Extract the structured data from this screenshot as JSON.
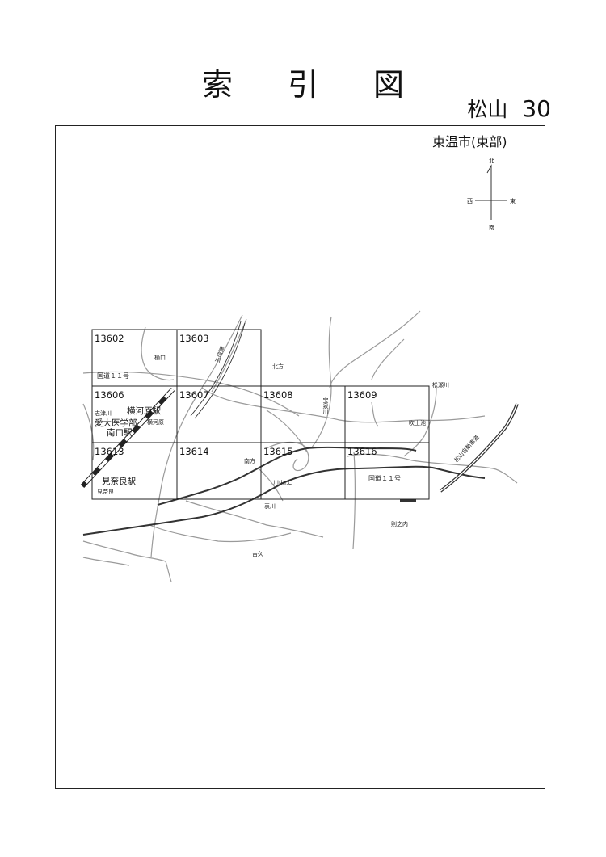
{
  "title": [
    "索",
    "引",
    "図"
  ],
  "sheet": {
    "area": "松山",
    "number": "30"
  },
  "area_name": "東温市(東部)",
  "compass": {
    "north": "北",
    "south": "南",
    "east": "東",
    "west": "西"
  },
  "grid_cells": [
    "13602",
    "13603",
    "13606",
    "13607",
    "13608",
    "13609",
    "13613",
    "13614",
    "13615",
    "13616"
  ],
  "stations": [
    "横河原駅",
    "愛大医学部",
    "南口駅",
    "見奈良駅"
  ],
  "places": {
    "yokoguchi": "横口",
    "route11_a": "国道１１号",
    "route11_b": "国道１１号",
    "kitagata": "北方",
    "minamigata": "南方",
    "shizukawa": "志津川",
    "yokogawara": "横河原",
    "minara": "見奈良",
    "takarazawa": "宝泉川",
    "matsuse": "松瀬川",
    "fukiage": "吹上池",
    "kawauchi_ic": "川内I.C",
    "omotegawa": "表川",
    "betsunouchi": "則之内",
    "furuhisa": "吉久",
    "shigenobu": "重信川",
    "expressway": "松山自動車道"
  }
}
